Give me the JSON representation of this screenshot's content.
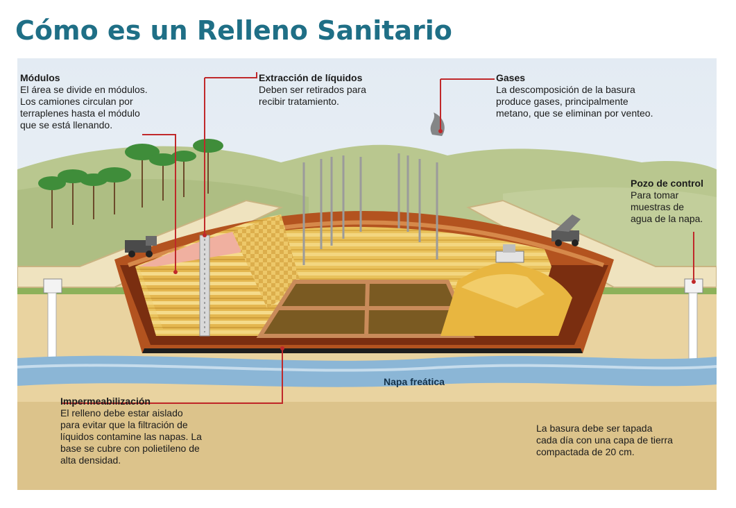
{
  "title": "Cómo es un Relleno Sanitario",
  "labels": {
    "modulos": {
      "heading": "Módulos",
      "text": "El área se divide en módulos.\nLos camiones circulan por\nterraplenes hasta el módulo\nque se está llenando."
    },
    "extraccion": {
      "heading": "Extracción de líquidos",
      "text": "Deben ser retirados para\nrecibir tratamiento."
    },
    "gases": {
      "heading": "Gases",
      "text": "La descomposición de la basura\nproduce gases, principalmente\nmetano, que se eliminan por venteo."
    },
    "pozo": {
      "heading": "Pozo de control",
      "text": "Para tomar\nmuestras de\nagua de la napa."
    },
    "impermeabilizacion": {
      "heading": "Impermeabilización",
      "text": "El relleno debe estar aislado\npara evitar que la filtración de\nlíquidos contamine las napas. La\nbase se cubre con polietileno de\nalta densidad."
    },
    "napa": "Napa freática",
    "basura": "La basura debe ser tapada\ncada día con una capa de tierra\ncompactada de 20 cm."
  },
  "colors": {
    "title": "#1f6f86",
    "sky": "#e7eef4",
    "hills": "#b9c78f",
    "ground": "#e6cf9a",
    "soil_deep": "#d9bd82",
    "liner": "#b3531f",
    "waste": "#e9c766",
    "water": "#8bb6d6",
    "callout": "#c0282a"
  }
}
